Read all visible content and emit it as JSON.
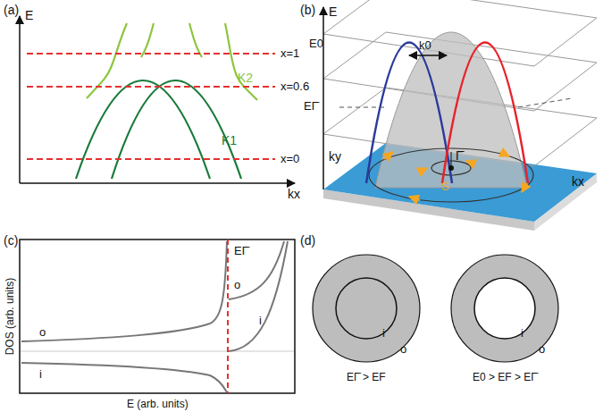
{
  "diagram": {
    "labels": [
      "(a)",
      "E",
      "kx",
      "x=1",
      "x=0.6",
      "x=0",
      "K2",
      "K1",
      "(b)",
      "E",
      "E0",
      "EΓ̄",
      "k0",
      "ky",
      "kx",
      "Γ̄",
      "S",
      "(c)",
      "DOS (arb. units)",
      "E (arb. units)",
      "EΓ̄",
      "o",
      "i",
      "o",
      "i",
      "(d)",
      "i",
      "o",
      "i",
      "o",
      "EΓ̄ > EF",
      "E0 > EF > EΓ̄"
    ]
  }
}
